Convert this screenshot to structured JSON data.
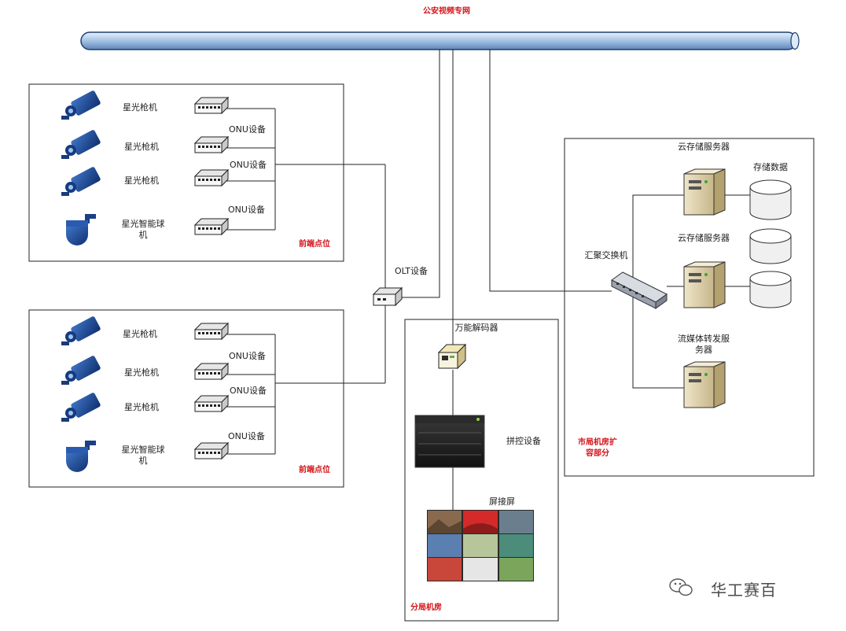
{
  "network": {
    "title": "公安视频专网"
  },
  "site1": {
    "zone_label": "前端点位",
    "cameras": [
      {
        "label": "星光枪机",
        "icon": "bullet-camera-icon"
      },
      {
        "label": "星光枪机",
        "icon": "bullet-camera-icon"
      },
      {
        "label": "星光枪机",
        "icon": "bullet-camera-icon"
      },
      {
        "label": "星光智能球机",
        "icon": "dome-camera-icon"
      }
    ],
    "onu_labels": [
      "ONU设备",
      "ONU设备",
      "ONU设备"
    ]
  },
  "site2": {
    "zone_label": "前端点位",
    "cameras": [
      {
        "label": "星光枪机",
        "icon": "bullet-camera-icon"
      },
      {
        "label": "星光枪机",
        "icon": "bullet-camera-icon"
      },
      {
        "label": "星光枪机",
        "icon": "bullet-camera-icon"
      },
      {
        "label": "星光智能球机",
        "icon": "dome-camera-icon"
      }
    ],
    "onu_labels": [
      "ONU设备",
      "ONU设备",
      "ONU设备"
    ]
  },
  "olt": {
    "label": "OLT设备"
  },
  "branch_room": {
    "zone_label": "分局机房",
    "decoder_label": "万能解码器",
    "controller_label": "拼控设备",
    "videowall_label": "屏接屏"
  },
  "city_room": {
    "zone_label": "市局机房扩容部分",
    "switch_label": "汇聚交换机",
    "cloud_server_1": "云存储服务器",
    "cloud_server_2": "云存储服务器",
    "stream_server": "流媒体转发服务器",
    "storage_label": "存储数据"
  },
  "watermark": {
    "text": "华工赛百"
  }
}
